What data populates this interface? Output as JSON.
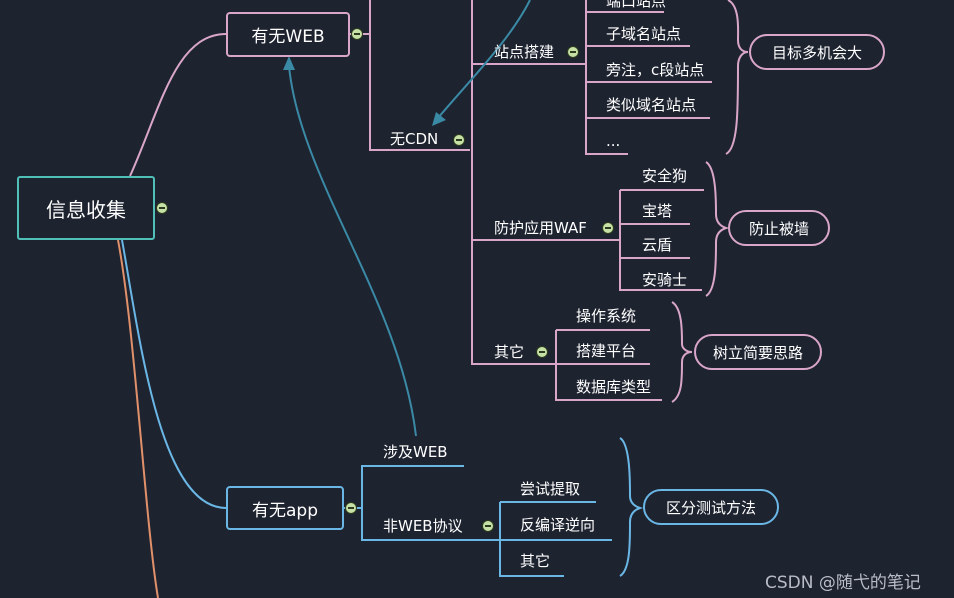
{
  "root": {
    "label": "信息收集"
  },
  "web_branch": {
    "label": "有无WEB",
    "no_cdn": "无CDN",
    "site_build": {
      "label": "站点搭建",
      "items": [
        "端口站点",
        "子域名站点",
        "旁注，c段站点",
        "类似域名站点",
        "..."
      ],
      "summary": "目标多机会大"
    },
    "waf": {
      "label": "防护应用WAF",
      "items": [
        "安全狗",
        "宝塔",
        "云盾",
        "安骑士"
      ],
      "summary": "防止被墙"
    },
    "other": {
      "label": "其它",
      "items": [
        "操作系统",
        "搭建平台",
        "数据库类型"
      ],
      "summary": "树立简要思路"
    }
  },
  "app_branch": {
    "label": "有无app",
    "involves_web": "涉及WEB",
    "non_web": {
      "label": "非WEB协议",
      "items": [
        "尝试提取",
        "反编译逆向",
        "其它"
      ],
      "summary": "区分测试方法"
    }
  },
  "watermark": "CSDN @随弋的笔记",
  "colors": {
    "root_border": "#4fbfb8",
    "web_branch": "#d9a6c9",
    "app_branch": "#6ab7e6",
    "arrow": "#3a8aa6",
    "orange_branch": "#e0906a",
    "background": "#1e2330"
  }
}
